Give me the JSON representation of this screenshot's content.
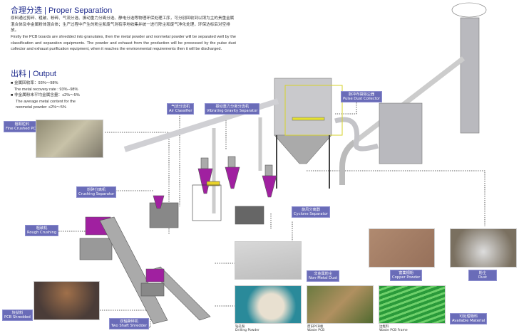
{
  "intro": {
    "title": "合理分选 | Proper Separation",
    "text_cn": "原料通过剪碎、粗破、粉碎、气流分选、振动重力分离分选、静电分选等物理环保处理工序，可分别回收到以铜为主的贵重金属混合体及非金属粉体混合体；生产过程中产生的粉尘和废气则有序地收集并统一进行除尘和废气净化处理，环保达标后对空排放。",
    "text_en": "Firstly the PCB boards are shredded into granulates, then the metal powder and nonmetal powder will be separated well by the classification and separation equipments. The powder and exhaust from the production will be processed by the pulse dust collector and exhaust purification equipment, when it reaches the environmental requirements then it will be discharged."
  },
  "output": {
    "title": "出料 | Output",
    "items": [
      {
        "cn": "金属回收率：93%～98%",
        "en": "The metal recovery rate : 93%--98%"
      },
      {
        "cn": "非金属粉末平均金属含量：≤2%～5%",
        "en": "The average metal content for the nonmetal powder: ≤2%～5%"
      }
    ]
  },
  "labels": {
    "fine_crushed": {
      "cn": "粗颗粒料",
      "en": "Fine Crushed PCB"
    },
    "crushing_separator": {
      "cn": "粉碎分离机",
      "en": "Crushing Separator"
    },
    "rough_crushing": {
      "cn": "粗破机",
      "en": "Rough Crushing"
    },
    "pcb_shredded": {
      "cn": "块状料",
      "en": "PCB Shredded"
    },
    "two_shaft": {
      "cn": "双轴撕碎机",
      "en": "Two Shaft Shredder"
    },
    "air_classifier": {
      "cn": "气流分选机",
      "en": "Air Classifier"
    },
    "vibrating": {
      "cn": "振动重力分离分选机",
      "en": "Vibrating Gravity Separator"
    },
    "cyclone": {
      "cn": "旋风分离器",
      "en": "Cyclone Separator"
    },
    "pulse": {
      "cn": "脉冲布袋除尘器",
      "en": "Pulse Dust Collector"
    },
    "nonmetal": {
      "cn": "非金属粉尘",
      "en": "Non-Metal Dust"
    },
    "copper": {
      "cn": "富集铜粉",
      "en": "Copper Powder"
    },
    "dust": {
      "cn": "粉尘",
      "en": "Dust"
    },
    "available": {
      "cn": "可处理物料",
      "en": "Available Material"
    }
  },
  "captions": {
    "drilling": {
      "cn": "钻孔粉",
      "en": "Drilling Powder"
    },
    "waste_pcb": {
      "cn": "废旧PCB板",
      "en": "Waste PCB"
    },
    "frame": {
      "cn": "边框料",
      "en": "Waste PCB Frame"
    }
  }
}
